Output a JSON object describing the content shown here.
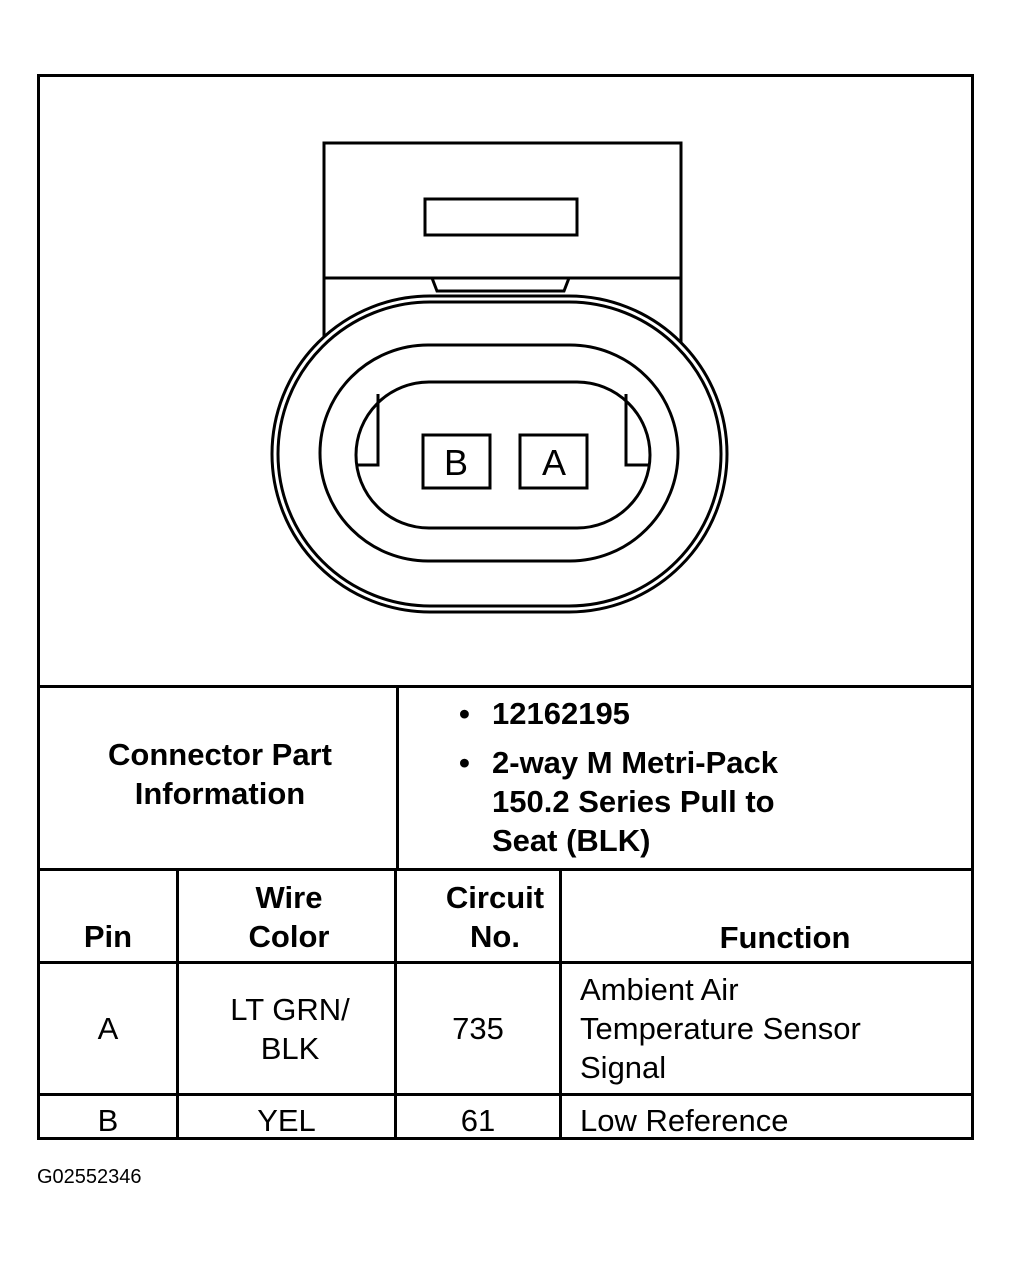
{
  "connector": {
    "pins": [
      {
        "label": "B"
      },
      {
        "label": "A"
      }
    ]
  },
  "part_info": {
    "label": "Connector Part Information",
    "items": [
      "12162195",
      "2-way M Metri-Pack 150.2 Series Pull to Seat (BLK)"
    ]
  },
  "table": {
    "headers": {
      "pin": "Pin",
      "wire_color": "Wire Color",
      "circuit": "Circuit No.",
      "function": "Function"
    },
    "rows": [
      {
        "pin": "A",
        "wire_color": "LT GRN/ BLK",
        "circuit": "735",
        "function": "Ambient Air Temperature Sensor Signal"
      },
      {
        "pin": "B",
        "wire_color": "YEL",
        "circuit": "61",
        "function": "Low Reference"
      }
    ]
  },
  "figure_id": "G02552346"
}
